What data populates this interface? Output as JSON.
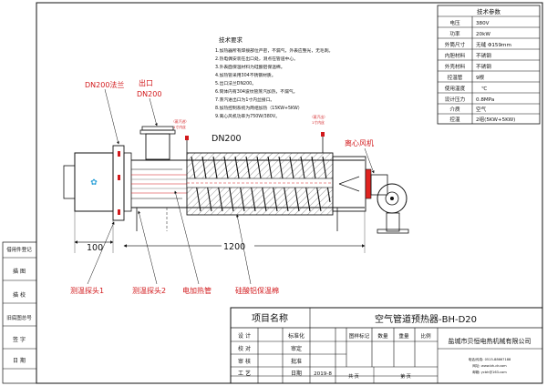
{
  "spec_table": {
    "title": "技术参数",
    "rows": [
      {
        "label": "电压",
        "value": "380V"
      },
      {
        "label": "功率",
        "value": "20kW"
      },
      {
        "label": "外筒尺寸",
        "value": "无缝 Φ159mm"
      },
      {
        "label": "内胆材料",
        "value": "不锈钢"
      },
      {
        "label": "外壳材料",
        "value": "不锈钢"
      },
      {
        "label": "控温管",
        "value": "9根"
      },
      {
        "label": "使用温度",
        "value": "℃"
      },
      {
        "label": "设计压力",
        "value": "0.8MPa"
      },
      {
        "label": "介质",
        "value": "空气"
      },
      {
        "label": "控温",
        "value": "2组(5KW+5KW)"
      }
    ]
  },
  "tech_notes": {
    "title": "技术要求",
    "items": [
      "1.加热器所有焊接部位严密，不漏气，外表应整光，无毛刺。",
      "2.热电偶安装在出口处，测点在管道中心。",
      "3.外表面保温材料为硅酸铝保温棉。",
      "4.加热管采用304不锈钢材质。",
      "5.出口法兰DN200。",
      "6.筒体内有304波纹管蒸汽加热，不漏气。",
      "7.蒸汽进出口为1寸内丝接口。",
      "8.加热控制系统为两组加热（15KW+5KW）",
      "9.离心风机功率为750W/380V。"
    ]
  },
  "labels": {
    "flange": "DN200法兰",
    "outlet_title": "出口",
    "outlet_dn": "DN200",
    "bellows_dn": "DN200",
    "fan": "离心风机",
    "steam_left_1": "（蒸汽进）",
    "steam_left_2": "1寸内丝",
    "steam_right_1": "（蒸汽出）",
    "steam_right_2": "1寸内丝",
    "dim_left": "100",
    "dim_main": "1200"
  },
  "callouts": [
    {
      "id": "probe1",
      "text": "测温探头1"
    },
    {
      "id": "probe2",
      "text": "测温探头2"
    },
    {
      "id": "heater",
      "text": "电加热管"
    },
    {
      "id": "insulation",
      "text": "硅酸铝保温棉"
    }
  ],
  "left_strip": [
    "借用件登记",
    "描    图",
    "描    校",
    "旧底图总号",
    "签    字",
    "日    期"
  ],
  "title_block": {
    "project_label": "项目名称",
    "drawing_title": "空气管道预热器-BH-D20",
    "roles": [
      "设 计",
      "校 对",
      "审 核",
      "工 艺"
    ],
    "mid_labels": [
      "标准化",
      "审定",
      "批准",
      "日期"
    ],
    "date": "2019-8",
    "col_headers": [
      "图样标记",
      "数量",
      "重量",
      "比例"
    ],
    "sheets_total": "共  页",
    "sheet_no": "第  页",
    "company": "盐城市贝恒电热机械有限公司",
    "contact_1": "电话/传真: 0515-88667188",
    "contact_2": "网址: www.bh-dr.com",
    "contact_3": "邮箱: ycbh@163.com"
  },
  "colors": {
    "line": "#111111",
    "accent": "#d2191c",
    "fan": "#e02420",
    "dim": "#333333"
  }
}
